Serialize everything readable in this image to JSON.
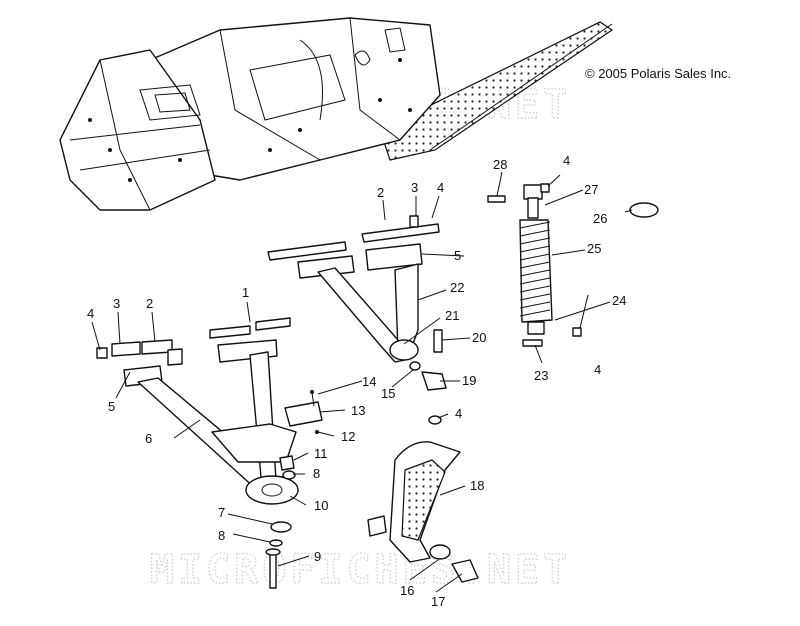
{
  "copyright": "© 2005 Polaris Sales Inc.",
  "watermark": "MICROFICHES.NET",
  "callouts": [
    "1",
    "2",
    "2",
    "3",
    "3",
    "4",
    "4",
    "4",
    "4",
    "4",
    "5",
    "5",
    "6",
    "7",
    "8",
    "8",
    "9",
    "10",
    "11",
    "12",
    "13",
    "14",
    "15",
    "16",
    "17",
    "18",
    "19",
    "20",
    "21",
    "22",
    "23",
    "24",
    "25",
    "26",
    "27",
    "28"
  ]
}
